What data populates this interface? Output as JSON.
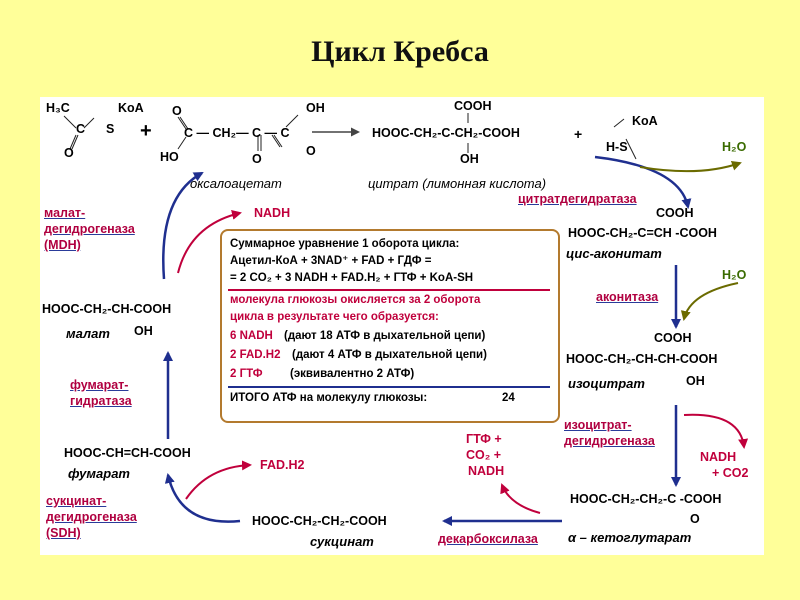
{
  "title": "Цикл Кребса",
  "colors": {
    "background": "#ffff99",
    "panel": "#ffffff",
    "enzyme": "#b00040",
    "cofactor": "#c0003c",
    "water": "#3a6b00",
    "arrow_main": "#1f2f8f",
    "summary_border": "#b37a2e"
  },
  "reactants": {
    "acetyl_h3c": "H₃C",
    "acetyl_c": "C",
    "acetyl_koa": "KoA",
    "acetyl_s": "S",
    "acetyl_o": "O",
    "plus": "+",
    "oxalo_o_top": "O",
    "oxalo_oh_top": "OH",
    "oxalo_chain": "C — CH₂— C — C",
    "oxalo_ho": "HO",
    "oxalo_o_right": "O",
    "oxalo_o_bottom": "O",
    "oxalo_name": "оксалоацетат"
  },
  "citrate": {
    "cooh": "COOH",
    "formula": "HOOC-CH₂-C-CH₂-COOH",
    "oh": "OH",
    "name": "цитрат (лимонная кислота)",
    "plus": "+",
    "hs_koa_koa": "KoA",
    "hs_koa_hs": "H-S",
    "h2o_out": "H₂O"
  },
  "enzymes": {
    "citrate_dehydratase": "цитратдегидратаза",
    "aconitase": "аконитаза",
    "isocitrate_dh_1": "изоцитрат-",
    "isocitrate_dh_2": "дегидрогеназа",
    "decarboxylase": "декарбоксилаза",
    "sdh_1": "сукцинат-",
    "sdh_2": "дегидрогеназа",
    "sdh_3": "(SDH)",
    "fumarate_hydratase_1": "фумарат-",
    "fumarate_hydratase_2": "гидратаза",
    "mdh_1": "малат-",
    "mdh_2": "дегидрогеназа",
    "mdh_3": "(MDH)"
  },
  "intermediates": {
    "cis_aconitate_cooh": "COOH",
    "cis_aconitate_formula": "HOOC-CH₂-C=CH -COOH",
    "cis_aconitate_name": "цис-аконитат",
    "h2o_in": "H₂O",
    "isocitrate_cooh": "COOH",
    "isocitrate_formula": "HOOC-CH₂-CH-CH-COOH",
    "isocitrate_oh": "OH",
    "isocitrate_name": "изоцитрат",
    "nadh_right": "NADH",
    "co2_right": "+ CO2",
    "akg_formula": "HOOC-CH₂-CH₂-C -COOH",
    "akg_o": "O",
    "akg_name": "α – кетоглутарат",
    "gtp_block_1": "ГТФ +",
    "gtp_block_2": "CO₂ +",
    "gtp_block_3": "NADH",
    "succinate_formula": "HOOC-CH₂-CH₂-COOH",
    "succinate_name": "сукцинат",
    "fadh2": "FAD.H2",
    "fumarate_formula": "HOOC-CH=CH-COOH",
    "fumarate_name": "фумарат",
    "malate_formula": "HOOC-CH₂-CH-COOH",
    "malate_oh": "OH",
    "malate_name": "малат",
    "nadh_left": "NADH"
  },
  "summary": {
    "line1": "Суммарное уравнение 1 оборота цикла:",
    "line2": "Ацетил-КоА + 3NAD⁺ + FAD + ГДФ =",
    "line3": "= 2 CO₂ + 3 NADH + FAD.H₂ + ГТФ + KoA-SH",
    "line4": "молекула глюкозы окисляется за 2 оборота",
    "line5": "цикла в результате чего образуется:",
    "nadh_label": "6 NADH",
    "nadh_note": "(дают 18 АТФ в дыхательной цепи)",
    "fad_label": "2 FAD.H2",
    "fad_note": "(дают 4 АТФ в дыхательной цепи)",
    "gtp_label": "2 ГТФ",
    "gtp_note": "(эквивалентно 2 АТФ)",
    "total_label": "ИТОГО АТФ на молекулу глюкозы:",
    "total_value": "24"
  }
}
